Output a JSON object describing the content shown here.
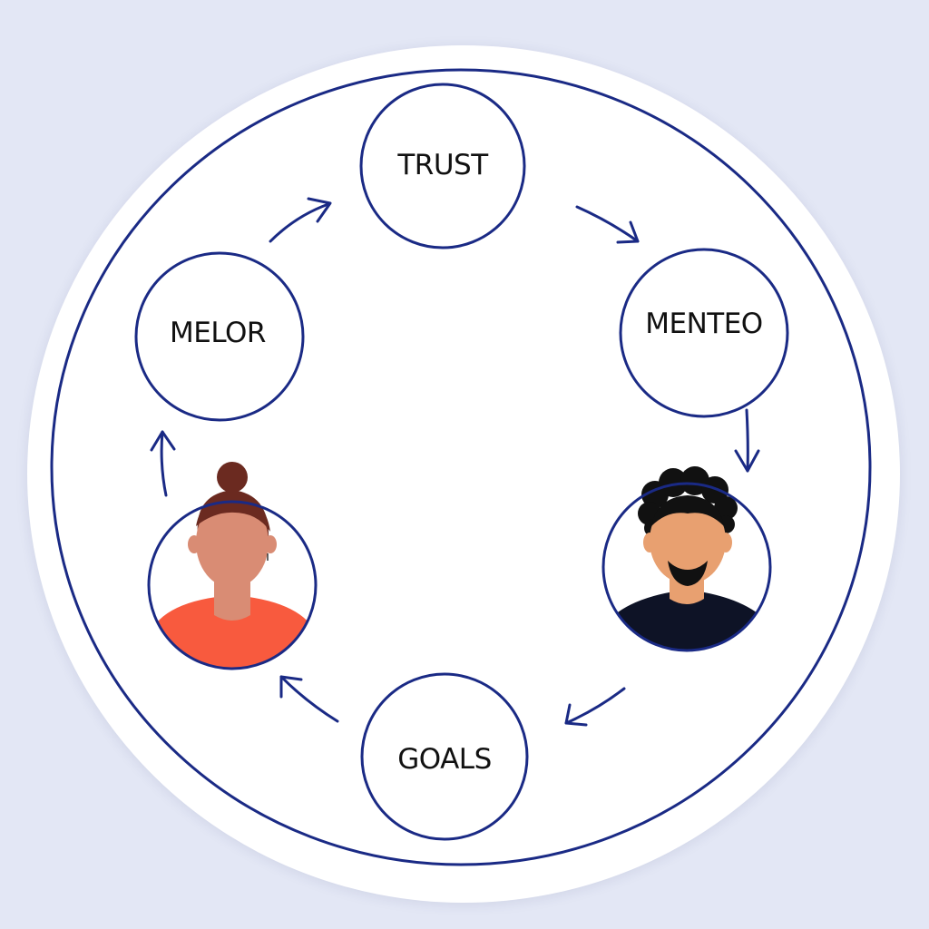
{
  "nodes": {
    "trust": {
      "label": "TRUST"
    },
    "menteo": {
      "label": "MENTEO"
    },
    "goals": {
      "label": "GOALS"
    },
    "melor": {
      "label": "MELOR"
    }
  },
  "people": {
    "left": {
      "icon": "woman-avatar-icon",
      "shirt_color": "#f85a3e",
      "skin_color": "#d98c74",
      "hair_color": "#6b2a20"
    },
    "right": {
      "icon": "man-avatar-icon",
      "shirt_color": "#0e1326",
      "skin_color": "#e8a070",
      "hair_color": "#111111"
    }
  },
  "colors": {
    "background": "#e3e7f5",
    "ring": "#1a2a85",
    "arrow": "#1a2a85"
  }
}
